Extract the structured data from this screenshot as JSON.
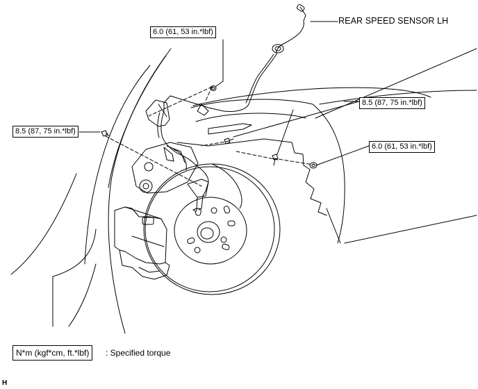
{
  "diagram": {
    "part_label": "REAR SPEED SENSOR LH",
    "torque_callouts": [
      {
        "id": "sensor-top",
        "text": "6.0 (61, 53 in.*lbf)"
      },
      {
        "id": "bracket-right",
        "text": "8.5 (87, 75 in.*lbf)"
      },
      {
        "id": "bracket-left",
        "text": "8.5 (87, 75 in.*lbf)"
      },
      {
        "id": "clamp-right",
        "text": "6.0 (61, 53 in.*lbf)"
      }
    ]
  },
  "legend": {
    "unit_text": "N*m (kgf*cm, ft.*lbf)",
    "description": ": Specified torque"
  },
  "corner_code": "H"
}
